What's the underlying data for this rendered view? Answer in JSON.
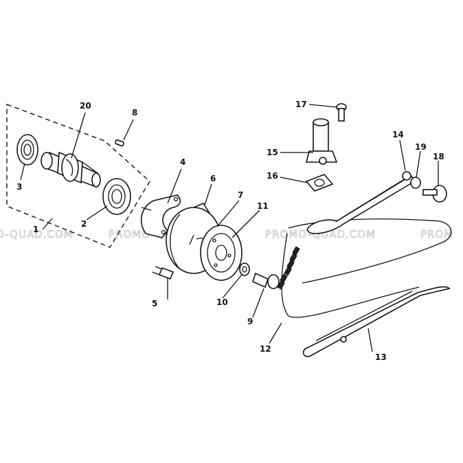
{
  "watermark": [
    "O-QUAD.COM",
    "PROMO-QUAD.COM",
    "PROMO-QUAD.COM",
    "PROM"
  ],
  "parts": [
    "1",
    "2",
    "3",
    "4",
    "5",
    "6",
    "7",
    "8",
    "9",
    "10",
    "11",
    "12",
    "13",
    "14",
    "15",
    "16",
    "17",
    "18",
    "19",
    "20"
  ],
  "colors": {
    "line": "#111111",
    "watermark": "#c9c9c9",
    "background": "#ffffff"
  }
}
